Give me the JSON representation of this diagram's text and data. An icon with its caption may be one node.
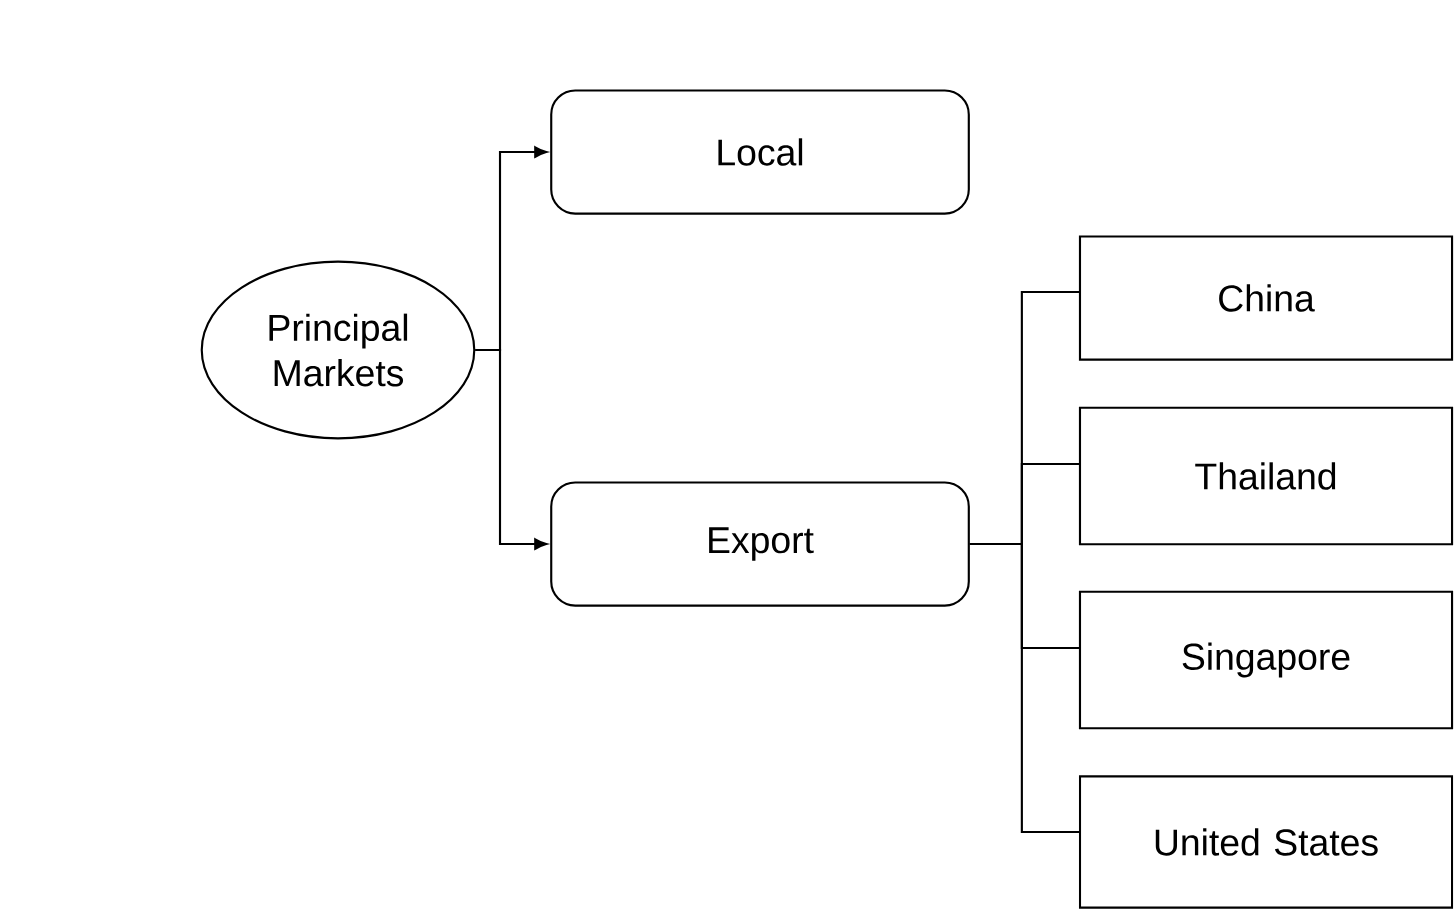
{
  "diagram": {
    "nodes": [
      {
        "text": [
          "Principal Markets"
        ]
      },
      {
        "text": [
          "Local"
        ]
      },
      {
        "text": [
          "Export"
        ]
      },
      {
        "text": [
          "China"
        ]
      },
      {
        "text": [
          "Thailand"
        ]
      },
      {
        "text": [
          "Singapore"
        ]
      },
      {
        "text": [
          "United States"
        ]
      }
    ],
    "edges": [
      {
        "from": 0,
        "to": 1,
        "arrow": "to"
      },
      {
        "from": 0,
        "to": 2,
        "arrow": "to"
      },
      {
        "from": 2,
        "to": 3,
        "arrow": "none"
      },
      {
        "from": 2,
        "to": 4,
        "arrow": "none"
      },
      {
        "from": 2,
        "to": 5,
        "arrow": "none"
      },
      {
        "from": 2,
        "to": 6,
        "arrow": "none"
      }
    ]
  }
}
